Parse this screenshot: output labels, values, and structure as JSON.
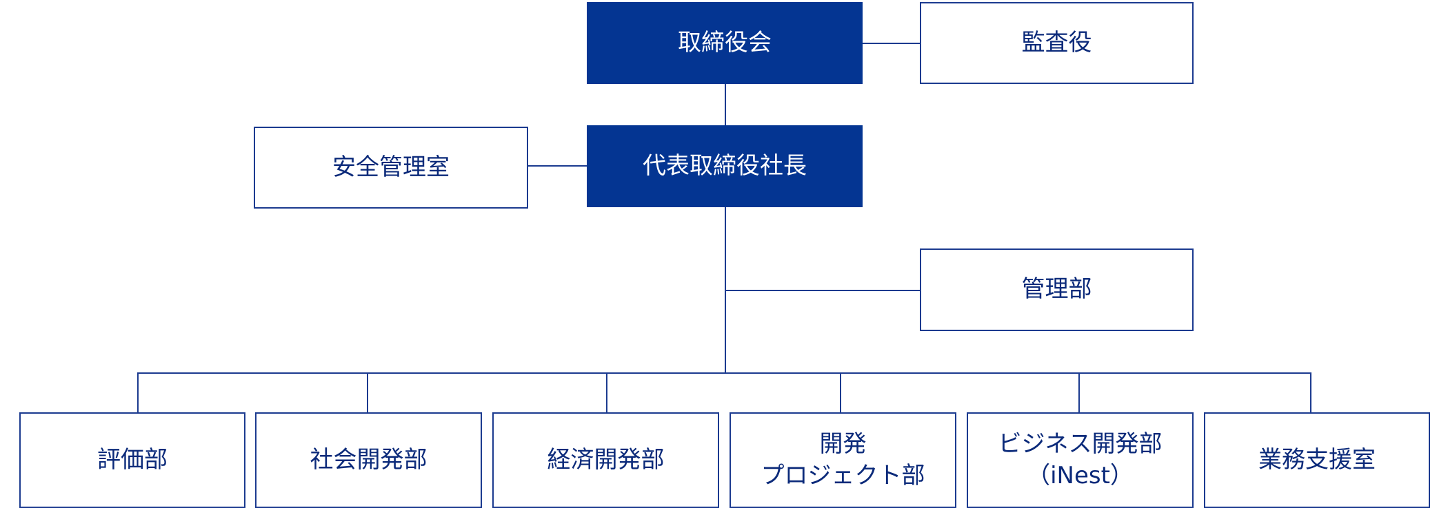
{
  "org_chart": {
    "board": "取締役会",
    "auditor": "監査役",
    "president": "代表取締役社長",
    "safety_office": "安全管理室",
    "administration": "管理部",
    "departments": [
      {
        "lines": [
          "評価部"
        ]
      },
      {
        "lines": [
          "社会開発部"
        ]
      },
      {
        "lines": [
          "経済開発部"
        ]
      },
      {
        "lines": [
          "開発",
          "プロジェクト部"
        ]
      },
      {
        "lines": [
          "ビジネス開発部",
          "（iNest）"
        ]
      },
      {
        "lines": [
          "業務支援室"
        ]
      }
    ],
    "colors": {
      "dark_fill": "#043592",
      "line": "#1b3a8f",
      "text": "#0b2a7a"
    }
  }
}
